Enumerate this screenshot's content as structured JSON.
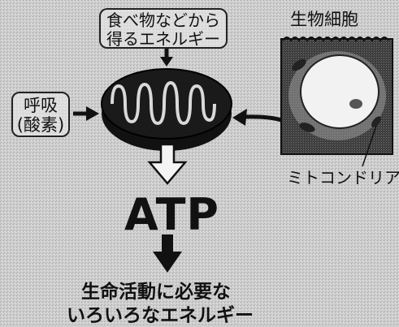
{
  "labels": {
    "food_energy_line1": "食べ物などから",
    "food_energy_line2": "得るエネルギー",
    "breathing_line1": "呼吸",
    "breathing_line2": "(酸素)",
    "cell": "生物細胞",
    "mitochondria": "ミトコンドリア",
    "atp": "ATP",
    "life_activity": "生命活動に必要な",
    "various_energy": "いろいろなエネルギー"
  },
  "colors": {
    "background": "#cfcfcf",
    "ink": "#111111",
    "mito_body": "#1a1a1a",
    "mito_inner": "#d9d9d9",
    "cell_fill": "#3a3a3a",
    "nucleus": "#f2f2f2"
  }
}
